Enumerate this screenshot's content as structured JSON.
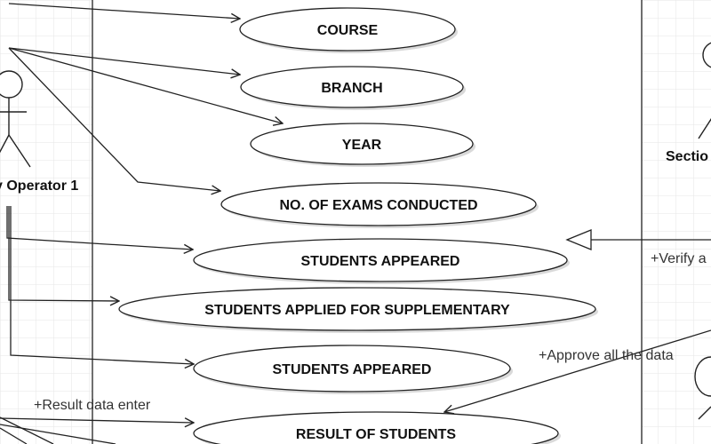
{
  "diagram": {
    "use_cases": [
      {
        "label": "COURSE"
      },
      {
        "label": "BRANCH"
      },
      {
        "label": "YEAR"
      },
      {
        "label": "NO. OF EXAMS CONDUCTED"
      },
      {
        "label": "STUDENTS APPEARED"
      },
      {
        "label": "STUDENTS APPLIED FOR SUPPLEMENTARY"
      },
      {
        "label": "STUDENTS APPEARED"
      },
      {
        "label": "RESULT OF STUDENTS"
      }
    ],
    "actors": {
      "left": "y Operator 1",
      "right": "Sectio"
    },
    "notes": {
      "result_entry": "+Result data enter",
      "approve": "+Approve all the data",
      "verify": "+Verify a"
    },
    "colors": {
      "line": "#222222",
      "grid": "#e6e6e6",
      "ellipse_fill": "#ffffff",
      "shadow": "#d9d9d9"
    }
  }
}
